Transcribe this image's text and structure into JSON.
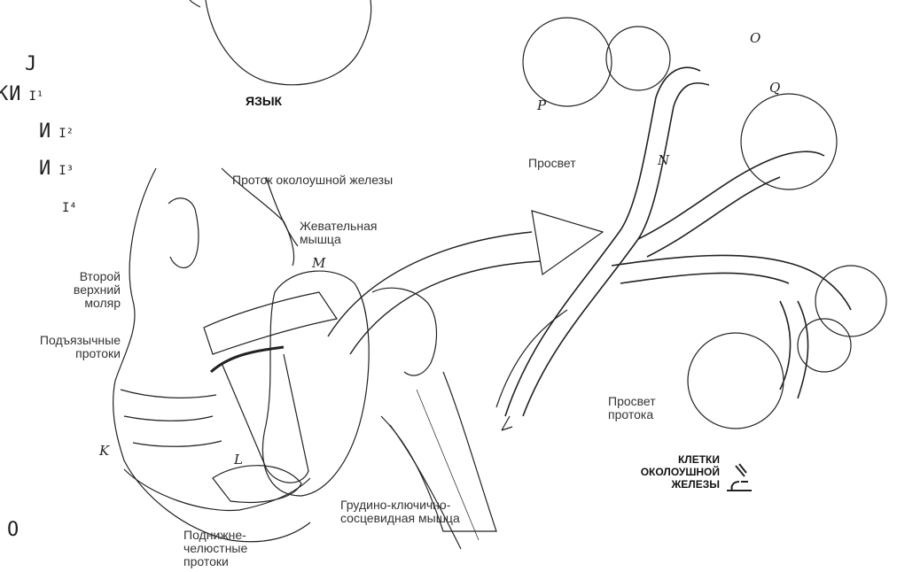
{
  "title": "ЯЗЫК",
  "left_legend": {
    "items": [
      {
        "text": "J",
        "sup": ""
      },
      {
        "text": "КИ",
        "sup": "I¹"
      },
      {
        "text": "И",
        "sup": "I²"
      },
      {
        "text": "И",
        "sup": "I³"
      },
      {
        "text": "",
        "sup": "I⁴"
      },
      {
        "text": "O",
        "sup": ""
      }
    ]
  },
  "labels": {
    "parotid_duct": "Проток околоушной железы",
    "masseter": "Жевательная мышца",
    "second_molar": "Второй верхний моляр",
    "sublingual_ducts": "Подъязычные протоки",
    "submandibular_ducts": "Поднижне-челюстные протоки",
    "sternocleido": "Грудино-ключично-сосцевидная мышца",
    "lumen": "Просвет",
    "duct_lumen": "Просвет протока",
    "cells_title": "КЛЕТКИ ОКОЛОУШНОЙ ЖЕЛЕЗЫ"
  },
  "letters": [
    "K",
    "L",
    "M",
    "N",
    "O",
    "P",
    "Q"
  ]
}
